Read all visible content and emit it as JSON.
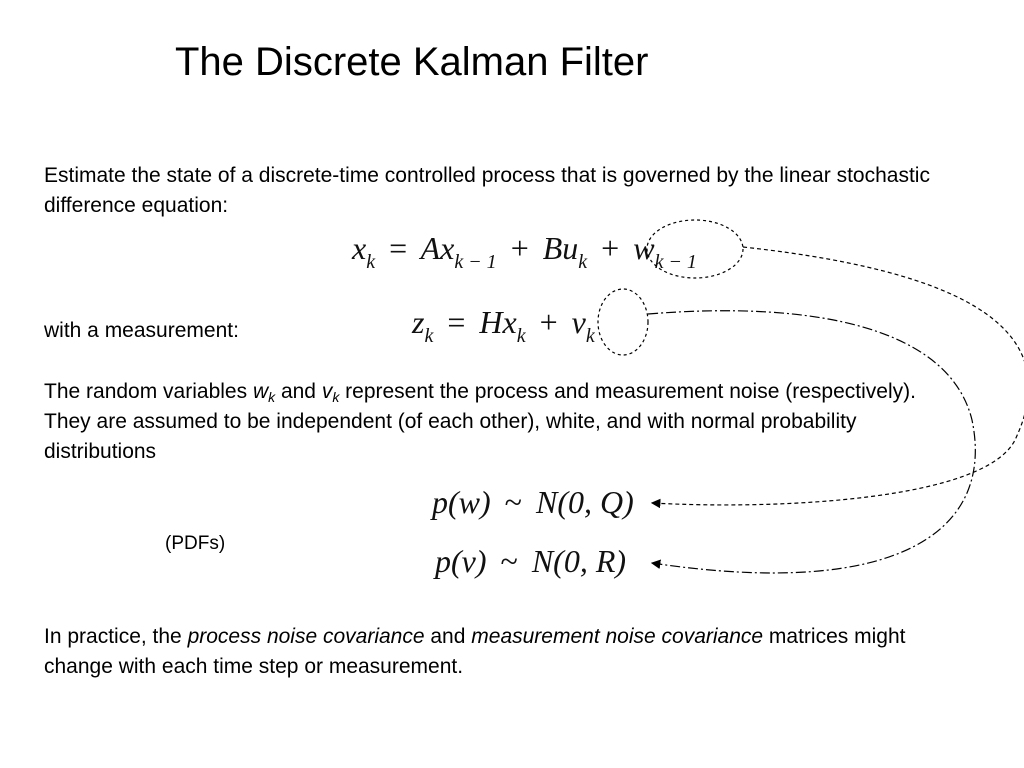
{
  "title": "The Discrete Kalman Filter",
  "intro": "Estimate the state of a discrete-time controlled process that is governed by the linear stochastic difference equation:",
  "process_eq": {
    "lhs": "x",
    "lhs_sub": "k",
    "eq": "=",
    "t1": "Ax",
    "t1_sub": "k − 1",
    "plus1": "+",
    "t2": "Bu",
    "t2_sub": "k",
    "plus2": "+",
    "t3": "w",
    "t3_sub": "k − 1"
  },
  "measurement_label": "with a measurement:",
  "measurement_eq": {
    "lhs": "z",
    "lhs_sub": "k",
    "eq": "=",
    "t1": "Hx",
    "t1_sub": "k",
    "plus": "+",
    "t2": "v",
    "t2_sub": "k"
  },
  "noise": {
    "pre": "The random variables ",
    "w": "w",
    "w_sub": "k",
    "and": " and ",
    "v": "v",
    "v_sub": "k",
    "post": " represent the process and measurement noise (respectively).  They are assumed to be independent (of each other), white, and with normal probability distributions"
  },
  "pdf_label": "(PDFs)",
  "pdf_w": {
    "p": "p",
    "arg": "(w)",
    "tilde": "~",
    "dist": "N(0, Q)"
  },
  "pdf_v": {
    "p": "p",
    "arg": "(v)",
    "tilde": "~",
    "dist": "N(0, R)"
  },
  "practice": {
    "pre": "In practice, the ",
    "em1": "process noise covariance",
    "mid": " and ",
    "em2": "measurement noise covariance",
    "post": " matrices might change with each time step or measurement."
  }
}
